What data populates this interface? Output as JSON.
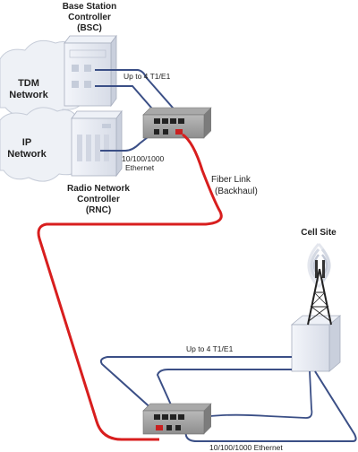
{
  "labels": {
    "bsc_line1": "Base Station",
    "bsc_line2": "Controller",
    "bsc_line3": "(BSC)",
    "tdm_line1": "TDM",
    "tdm_line2": "Network",
    "ip_line1": "IP",
    "ip_line2": "Network",
    "rnc_line1": "Radio Network",
    "rnc_line2": "Controller",
    "rnc_line3": "(RNC)",
    "top_t1e1": "Up to 4 T1/E1",
    "top_eth_line1": "10/100/1000",
    "top_eth_line2": "Ethernet",
    "fiber_line1": "Fiber Link",
    "fiber_line2": "(Backhaul)",
    "cell_site": "Cell Site",
    "bottom_t1e1": "Up to 4 T1/E1",
    "bottom_eth": "10/100/1000 Ethernet"
  },
  "colors": {
    "copper_link": "#3b4f86",
    "fiber_link": "#d81e1e",
    "cloud": "#eef1f6",
    "cloud_stroke": "#c6ccd8",
    "cabinet": "#e6eaf2",
    "device": "#8a8a8a"
  }
}
